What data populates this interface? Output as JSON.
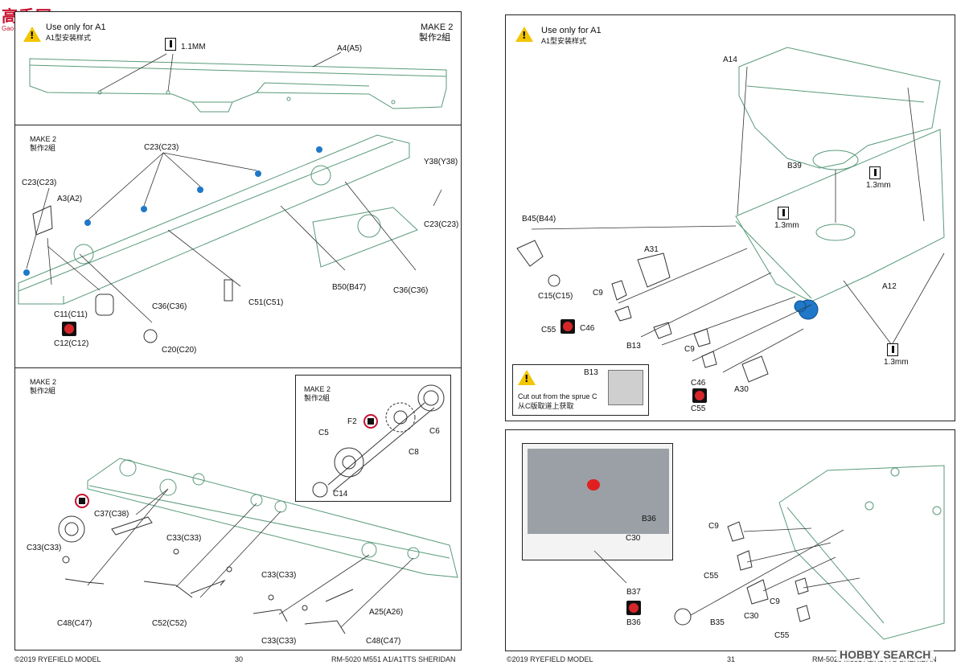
{
  "logo": {
    "text": "高手网",
    "sub": "Gao-Shou.com"
  },
  "left_page": {
    "panel1": {
      "warning_en": "Use only for A1",
      "warning_cn": "A1型安装样式",
      "make_en": "MAKE 2",
      "make_cn": "製作2組",
      "drill_size": "1.1MM",
      "part": "A4(A5)"
    },
    "panel2": {
      "make_en": "MAKE 2",
      "make_cn": "製作2組",
      "labels": [
        "C23(C23)",
        "C23(C23)",
        "A3(A2)",
        "Y38(Y38)",
        "C23(C23)",
        "B50(B47)",
        "C36(C36)",
        "C36(C36)",
        "C51(C51)",
        "C11(C11)",
        "C12(C12)",
        "C20(C20)"
      ]
    },
    "panel3": {
      "make_en": "MAKE 2",
      "make_cn": "製作2組",
      "inset_make_en": "MAKE 2",
      "inset_make_cn": "製作2組",
      "inset_labels": [
        "F2",
        "C6",
        "C5",
        "C8",
        "C14"
      ],
      "labels": [
        "C37(C38)",
        "C33(C33)",
        "C33(C33)",
        "C33(C33)",
        "C48(C47)",
        "C52(C52)",
        "C33(C33)",
        "A25(A26)",
        "C48(C47)"
      ]
    },
    "footer_left": "©2019 RYEFIELD MODEL",
    "page_number": "30",
    "footer_right": "RM-5020 M551 A1/A1TTS SHERIDAN"
  },
  "right_page": {
    "panel1": {
      "warning_en": "Use only for A1",
      "warning_cn": "A1型安装样式",
      "labels": [
        "A14",
        "B39",
        "1.3mm",
        "1.3mm",
        "B45(B44)",
        "A31",
        "A12",
        "C9",
        "C15(C15)",
        "C55",
        "C46",
        "B13",
        "C9",
        "1.3mm",
        "C46",
        "C55",
        "A30"
      ],
      "cut_title": "B13",
      "cut_en": "Cut out from the sprue C",
      "cut_cn": "从C版取道上获取"
    },
    "panel2": {
      "labels": [
        "B36",
        "C30",
        "B37",
        "B36",
        "C9",
        "C55",
        "B35",
        "C30",
        "C9",
        "C55"
      ]
    },
    "footer_left": "©2019 RYEFIELD MODEL",
    "page_number": "31",
    "footer_right": "RM-5020 M551 A1/A1TTS SHERIDAN",
    "watermark": "HOBBY SEARCH"
  },
  "colors": {
    "line": "#5a9a7a",
    "accent_blue": "#1f78c8",
    "warn_yellow": "#f2c500",
    "red": "#d6262a"
  }
}
